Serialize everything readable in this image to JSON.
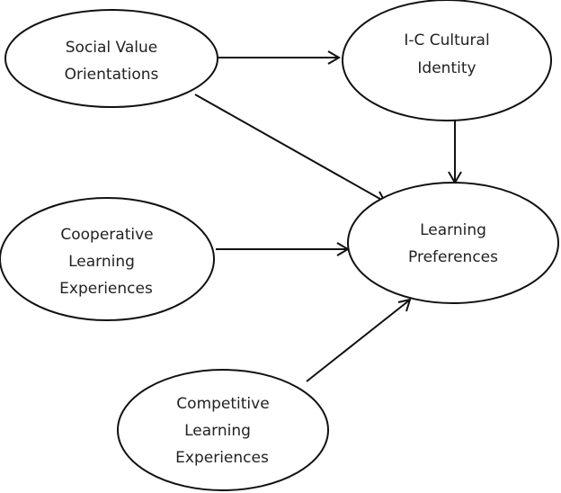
{
  "nodes": {
    "svo": {
      "lines": [
        "Social Value",
        "Orientations"
      ]
    },
    "ici": {
      "lines": [
        "I-C Cultural",
        "Identity"
      ]
    },
    "coop": {
      "lines": [
        "Cooperative",
        "Learning",
        "Experiences"
      ]
    },
    "lp": {
      "lines": [
        "Learning",
        "Preferences"
      ]
    },
    "comp": {
      "lines": [
        "Competitive",
        "Learning",
        "Experiences"
      ]
    }
  },
  "edges": [
    {
      "from": "svo",
      "to": "ici"
    },
    {
      "from": "svo",
      "to": "lp"
    },
    {
      "from": "ici",
      "to": "lp"
    },
    {
      "from": "coop",
      "to": "lp"
    },
    {
      "from": "comp",
      "to": "lp"
    }
  ]
}
